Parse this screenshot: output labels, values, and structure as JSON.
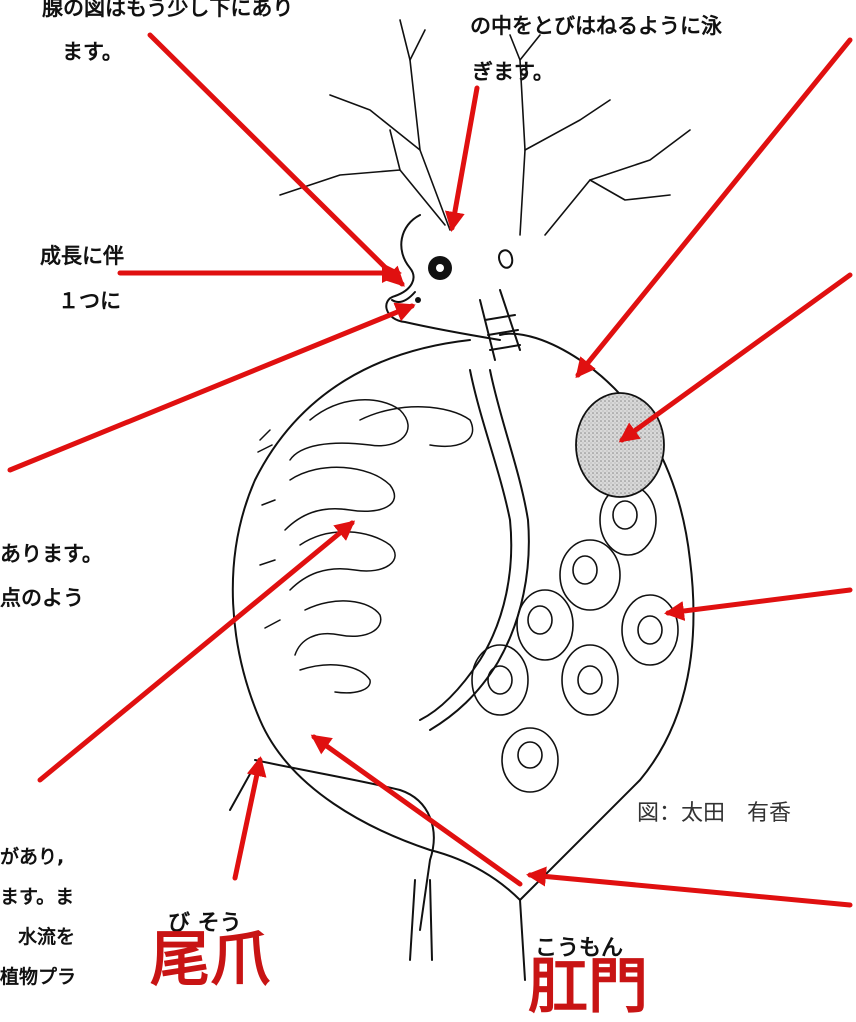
{
  "fragments": {
    "top_left_line1": "腺の図はもう少し下にあり",
    "top_left_line2": "ます。",
    "top_center_line1": "の中をとびはねるように泳",
    "top_center_line2": "ぎます。",
    "left_a_line1": "成長に伴",
    "left_a_line2": "１つに",
    "left_b_line1": "あります。",
    "left_b_line2": "点のよう",
    "bottom_left_line1": "があり,",
    "bottom_left_line2": "ます。ま",
    "bottom_left_line3": "水流を",
    "bottom_left_line4": "植物プラ"
  },
  "labels": {
    "bisou_ruby": "び そう",
    "bisou": "尾爪",
    "koumon_ruby": "こうもん",
    "koumon": "肛門"
  },
  "credit": "図：太田　有香",
  "colors": {
    "arrow": "#e01010",
    "label": "#c81414",
    "ink": "#111111"
  }
}
